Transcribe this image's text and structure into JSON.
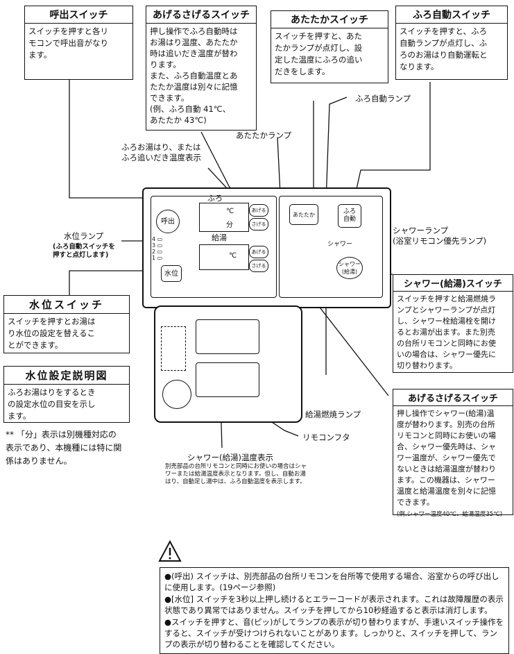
{
  "boxes": {
    "call": {
      "title": "呼出スイッチ",
      "body": "スイッチを押すと各リ\nモコンで呼出音がなり\nます。"
    },
    "updown_top": {
      "title": "あげるさげるスイッチ",
      "body": "押し操作でふろ自動時は\nお湯はり温度、あたたか\n時は追いだき温度が替わ\nります。\nまた、ふろ自動温度とあ\nたたか温度は別々に記憶\nできます。\n(例、ふろ自動 41℃、\n      あたたか 43℃)"
    },
    "warm": {
      "title": "あたたかスイッチ",
      "body": "スイッチを押すと、あた\nたかランプが点灯し、設\n定した温度にふろの追い\nだきをします。"
    },
    "auto": {
      "title": "ふろ自動スイッチ",
      "body": "スイッチを押すと、ふろ\n自動ランプが点灯し、ふ\nろのお湯はり自動運転と\nなります。"
    },
    "water_level": {
      "title": "水位スイッチ",
      "body": "スイッチを押すとお湯は\nり水位の設定を替えるこ\nとができます。"
    },
    "level_chart": {
      "title": "水位設定説明図",
      "body": "ふろお湯はりをするとき\nの設定水位の目安を示し\nます。"
    },
    "shower_sw": {
      "title": "シャワー(給湯)スイッチ",
      "body": "スイッチを押すと給湯燃焼ラ\nンプとシャワーランプが点灯\nし、シャワー栓給湯栓を開け\nるとお湯が出ます。また別売\nの台所リモコンと同時にお使\nいの場合は、シャワー優先に\n切り替わります。"
    },
    "updown_bottom": {
      "title": "あげるさげるスイッチ",
      "body": "押し操作でシャワー(給湯)温\n度が替わります。別売の台所\nリモコンと同時にお使いの場\n合、シャワー優先時は、シャ\nワー温度が、シャワー優先で\nないときは給湯温度が替わり\nます。この機器は、シャワー\n温度と給湯温度を別々に記憶\nできます。"
    },
    "updown_bottom_example": "(例.シャワー温度40℃、給湯温度35℃)"
  },
  "labels": {
    "auto_lamp": "ふろ自動ランプ",
    "warm_lamp": "あたたかランプ",
    "bath_temp": "ふろお湯はり、または\nふろ追いだき温度表示",
    "level_lamp": "水位ランプ",
    "level_lamp_note": "(ふろ自動スイッチを\n押すと点灯します)",
    "shower_lamp": "シャワーランプ\n(浴室リモコン優先ランプ)",
    "burn_lamp": "給湯燃焼ランプ",
    "cover": "リモコンフタ",
    "shower_temp": "シャワー(給湯)温度表示",
    "shower_temp_note": "別売部品の台所リモコンと同時にお使いの場合はシャ\nワーまたは給湯温度表示となります。但し、自動お湯\nはり、自動足し湯中は、ふろ自動温度を表示します。",
    "footnote": "** 「分」表示は別機種対応の\n表示であり、本機種には特に関\n係はありません。"
  },
  "panel": {
    "furo": "ふろ",
    "kyuto": "給湯",
    "call": "呼出",
    "level": "水位",
    "warm": "あたたか",
    "auto": "ふろ\n自動",
    "shower": "シャワー\n(給湯)",
    "shower_lamp": "シャワー",
    "up": "あげる",
    "down": "さげる",
    "deg": "℃",
    "min": "分",
    "levels": [
      "4",
      "3",
      "2",
      "1"
    ]
  },
  "notes": [
    "●(呼出) スイッチは、別売部品の台所リモコンを台所等で使用する場合、浴室からの呼び出しに使用します。(19ページ参照)",
    "●[水位] スイッチを3秒以上押し続けるとエラーコードが表示されます。これは故障履歴の表示状態であり異常ではありません。スイッチを押してから10秒経過すると表示は消灯します。",
    "●スイッチを押すと、音(ピッ)がしてランプの表示が切り替わりますが、手速いスイッチ操作をすると、スイッチが受けつけられないことがあります。しっかりと、スイッチを押して、ランプの表示が切り替わることを確認してください。"
  ]
}
